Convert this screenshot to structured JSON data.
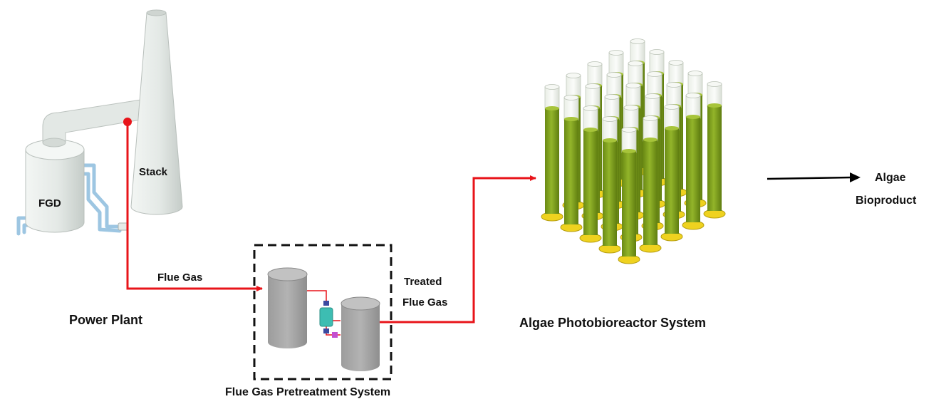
{
  "labels": {
    "stack": "Stack",
    "fgd": "FGD",
    "flue_gas": "Flue Gas",
    "power_plant": "Power Plant",
    "treated_line1": "Treated",
    "treated_line2": "Flue Gas",
    "pretreatment": "Flue Gas Pretreatment System",
    "pbr": "Algae Photobioreactor System",
    "algae_line1": "Algae",
    "algae_line2": "Bioproduct"
  },
  "colors": {
    "flow_line": "#e8141a",
    "plant_body": "#e6ebe8",
    "pipe": "#9dc6e2",
    "tank": "#a8a8a8",
    "tube_liquid": "#7d9c1e",
    "tube_base": "#efd21f",
    "arrow_black": "#000000"
  }
}
